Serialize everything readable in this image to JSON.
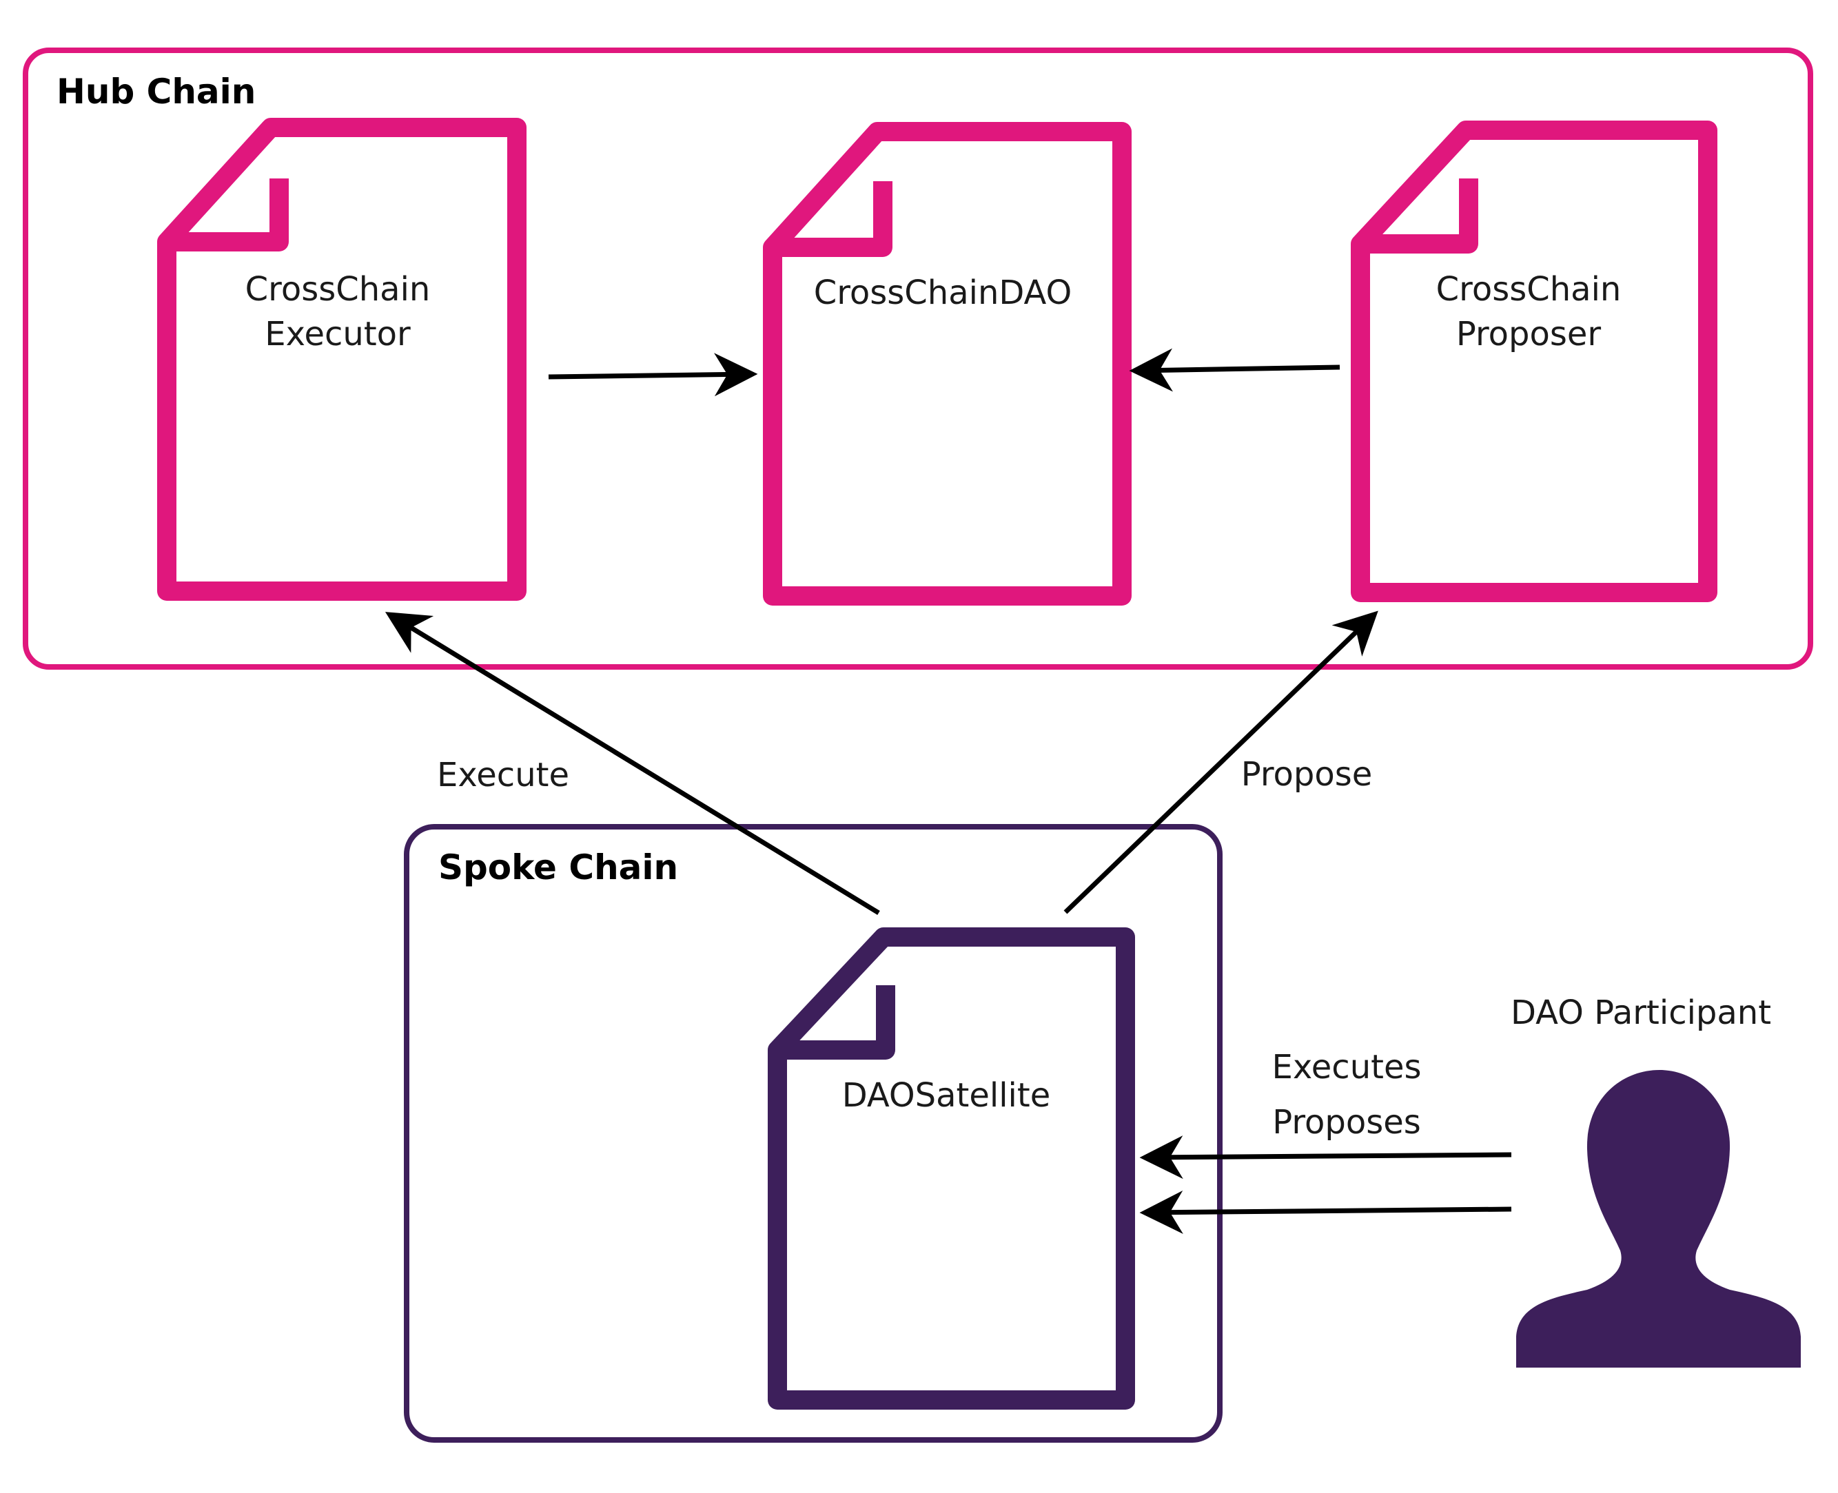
{
  "colors": {
    "hub": "#E0177D",
    "spoke": "#3D1F5B",
    "arrow": "#000000",
    "text": "#1a1a1a"
  },
  "hub": {
    "title": "Hub Chain"
  },
  "spoke": {
    "title": "Spoke Chain"
  },
  "documents": {
    "executor": {
      "label_line1": "CrossChain",
      "label_line2": "Executor"
    },
    "dao": {
      "label": "CrossChainDAO"
    },
    "proposer": {
      "label_line1": "CrossChain",
      "label_line2": "Proposer"
    },
    "satellite": {
      "label": "DAOSatellite"
    }
  },
  "edges": {
    "execute": "Execute",
    "propose": "Propose",
    "executes": "Executes",
    "proposes": "Proposes"
  },
  "participant": {
    "label": "DAO Participant",
    "icon": "person-icon"
  }
}
